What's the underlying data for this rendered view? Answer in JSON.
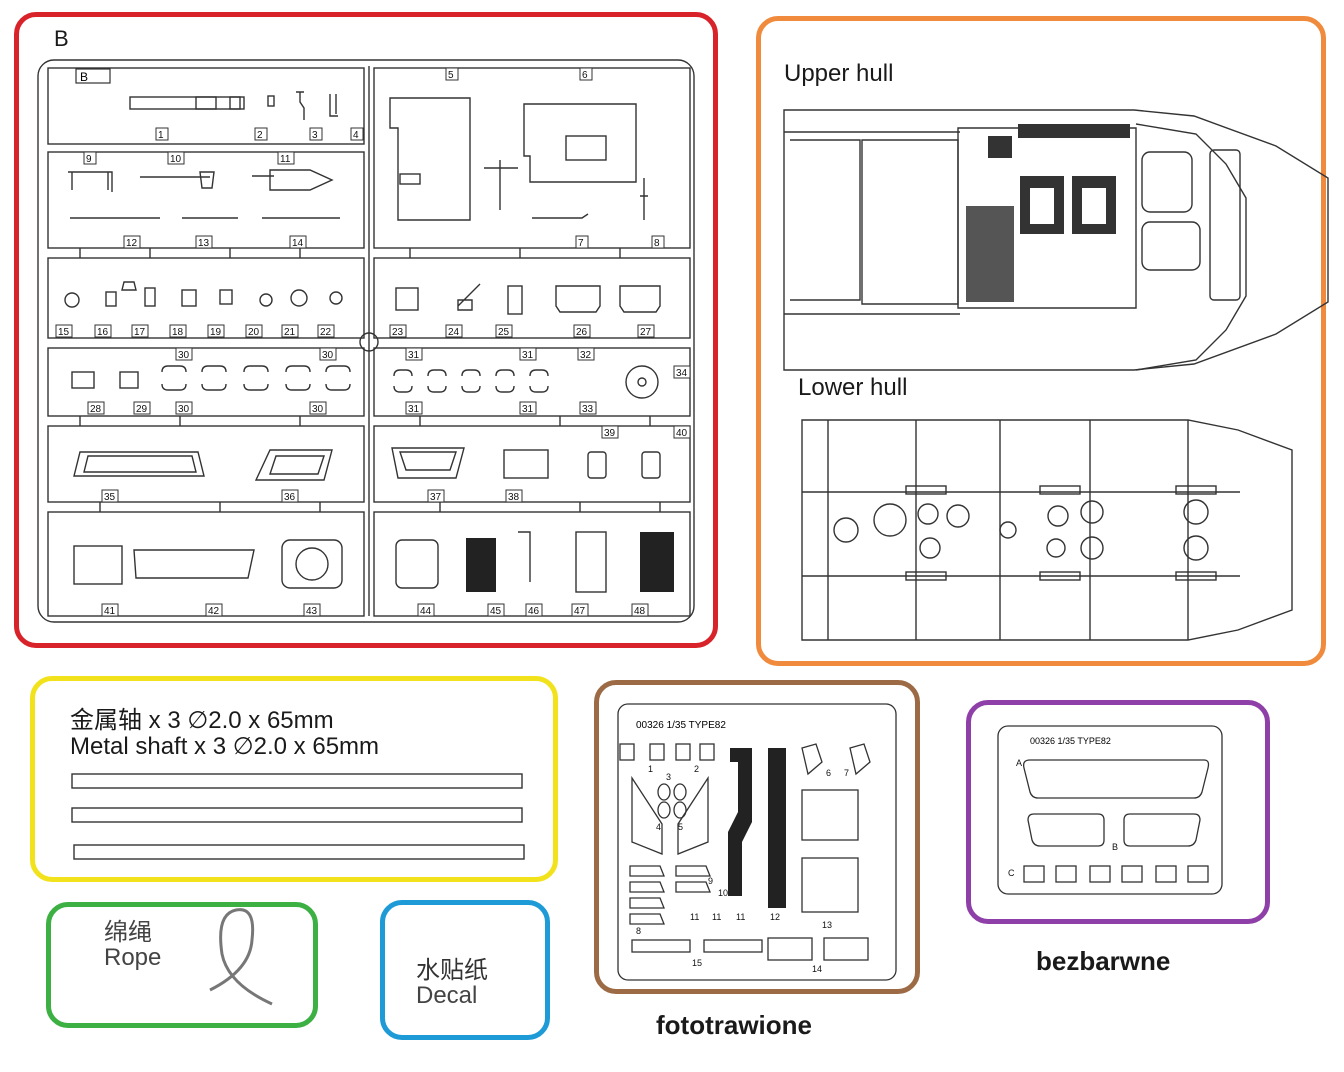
{
  "colors": {
    "sprue_border": "#d8232a",
    "hull_border": "#f08a3c",
    "shaft_border": "#f2e21c",
    "rope_border": "#3cb043",
    "decal_border": "#1e9ad6",
    "pe_border": "#9c6b45",
    "clear_border": "#8e3fa8"
  },
  "sprue": {
    "letter": "B",
    "tag": "B",
    "part_numbers": [
      "1",
      "2",
      "3",
      "4",
      "5",
      "6",
      "7",
      "8",
      "9",
      "10",
      "11",
      "12",
      "13",
      "14",
      "15",
      "16",
      "17",
      "18",
      "19",
      "20",
      "21",
      "22",
      "23",
      "24",
      "25",
      "26",
      "27",
      "28",
      "29",
      "30",
      "30",
      "30",
      "30",
      "31",
      "31",
      "31",
      "31",
      "32",
      "33",
      "34",
      "35",
      "36",
      "37",
      "38",
      "39",
      "40",
      "41",
      "42",
      "43",
      "44",
      "45",
      "46",
      "47",
      "48"
    ]
  },
  "hull": {
    "upper_label": "Upper hull",
    "lower_label": "Lower hull"
  },
  "shaft": {
    "line_cn": "金属轴 x 3  ∅2.0 x 65mm",
    "line_en": "Metal shaft x 3  ∅2.0 x 65mm"
  },
  "rope": {
    "cn": "绵绳",
    "en": "Rope"
  },
  "decal": {
    "cn": "水贴纸",
    "en": "Decal"
  },
  "photoetch": {
    "header": "00326  1/35  TYPE82",
    "caption": "fototrawione",
    "part_numbers": [
      "1",
      "2",
      "3",
      "4",
      "5",
      "6",
      "7",
      "8",
      "9",
      "10",
      "11",
      "11",
      "11",
      "12",
      "13",
      "14",
      "15"
    ]
  },
  "clear": {
    "header": "00326  1/35  TYPE82",
    "caption": "bezbarwne",
    "letters": [
      "A",
      "B",
      "C"
    ]
  }
}
